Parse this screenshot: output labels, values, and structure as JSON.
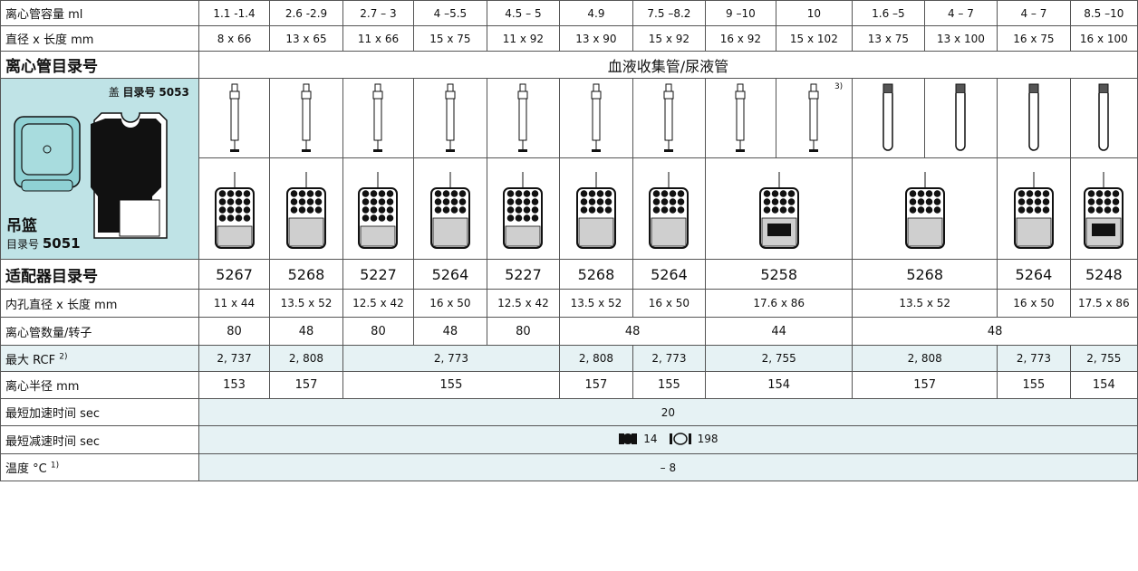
{
  "rows": {
    "capacity": {
      "label": "离心管容量 ml",
      "values": [
        "1.1 -1.4",
        "2.6 -2.9",
        "2.7 – 3",
        "4 –5.5",
        "4.5 – 5",
        "4.9",
        "7.5 –8.2",
        "9 –10",
        "10",
        "1.6 –5",
        "4 – 7",
        "4 – 7",
        "8.5 –10"
      ]
    },
    "diameter": {
      "label": "直径 x 长度 mm",
      "values": [
        "8 x 66",
        "13 x 65",
        "11 x 66",
        "15 x 75",
        "11 x 92",
        "13 x 90",
        "15 x 92",
        "16 x 92",
        "15 x 102",
        "13 x 75",
        "13 x 100",
        "16 x 75",
        "16 x 100"
      ]
    },
    "catalog": {
      "label": "离心管目录号",
      "group": "血液收集管/尿液管"
    },
    "bucket": {
      "lid_label": "盖",
      "lid_catalog_label": "目录号",
      "lid_catalog_no": "5053",
      "title": "吊篮",
      "catalog_label": "目录号",
      "catalog_no": "5051"
    },
    "tube_note": "3)",
    "adapter": {
      "label": "适配器目录号",
      "values": [
        "5267",
        "5268",
        "5227",
        "5264",
        "5227",
        "5268",
        "5264",
        "5258",
        "5268",
        "5264",
        "5248"
      ]
    },
    "inner": {
      "label": "内孔直径 x 长度 mm",
      "values": [
        "11 x 44",
        "13.5 x 52",
        "12.5 x 42",
        "16 x 50",
        "12.5 x 42",
        "13.5 x 52",
        "16 x 50",
        "17.6 x 86",
        "13.5 x 52",
        "16 x 50",
        "17.5 x 86"
      ]
    },
    "count": {
      "label": "离心管数量/转子",
      "values": [
        "80",
        "48",
        "80",
        "48",
        "80",
        "48",
        "44",
        "48"
      ]
    },
    "rcf": {
      "label": "最大 RCF",
      "sup": "2)",
      "values": [
        "2, 737",
        "2, 808",
        "2, 773",
        "2, 808",
        "2, 773",
        "2, 755",
        "2, 808",
        "2, 773",
        "2, 755"
      ]
    },
    "radius": {
      "label": "离心半径 mm",
      "values": [
        "153",
        "157",
        "155",
        "157",
        "155",
        "154",
        "157",
        "155",
        "154"
      ]
    },
    "accel": {
      "label": "最短加速时间 sec",
      "value": "20"
    },
    "decel": {
      "label": "最短减速时间 sec",
      "value1": "14",
      "value2": "198"
    },
    "temp": {
      "label": "温度 °C",
      "sup": "1)",
      "value": "– 8"
    }
  }
}
